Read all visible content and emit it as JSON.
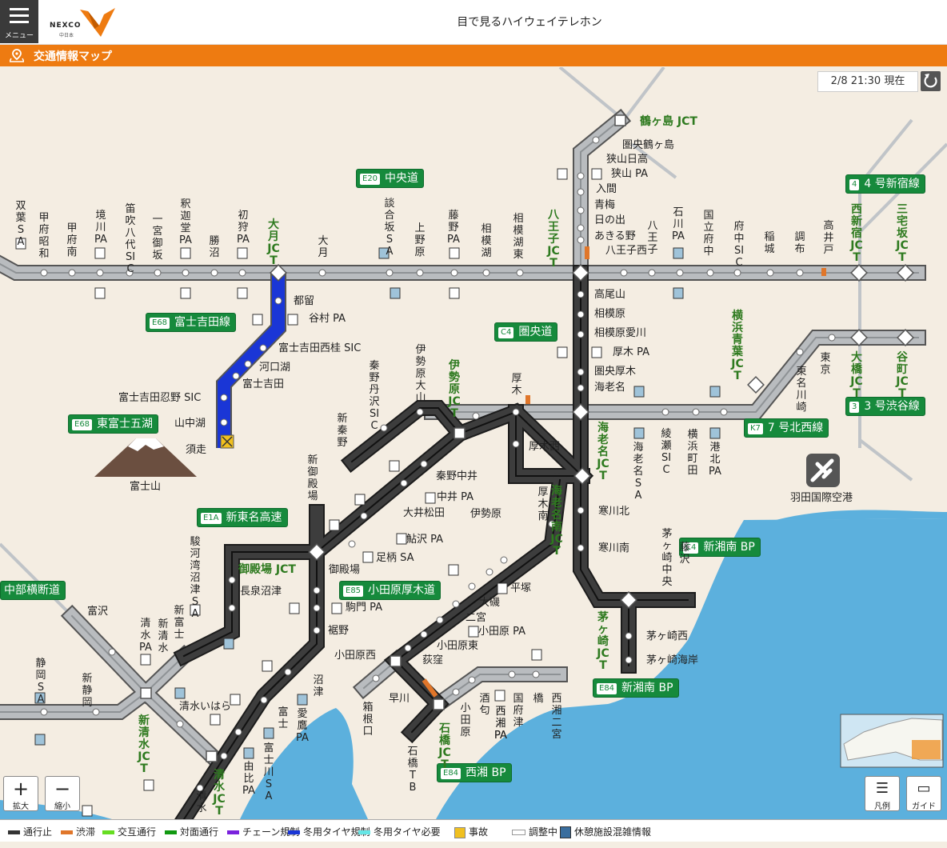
{
  "header": {
    "menu_label": "メニュー",
    "logo_text": "NEXCO",
    "logo_sub": "中日本",
    "title": "目で見るハイウェイテレホン"
  },
  "titlebar": {
    "label": "交通情報マップ"
  },
  "timestamp": "2/8 21:30 現在",
  "controls": {
    "zoom_in": "拡大",
    "zoom_out": "縮小",
    "legend": "凡例",
    "guide": "ガイド"
  },
  "legend": [
    {
      "label": "通行止",
      "color": "#333333"
    },
    {
      "label": "渋滞",
      "color": "#e0762a"
    },
    {
      "label": "交互通行",
      "color": "#66dd22"
    },
    {
      "label": "対面通行",
      "color": "#119911"
    },
    {
      "label": "チェーン規制",
      "color": "#7a22dd"
    },
    {
      "label": "冬用タイヤ規制",
      "color": "#1a36d6"
    },
    {
      "label": "冬用タイヤ必要",
      "color": "#66e6e6"
    },
    {
      "label": "事故",
      "color": "#f0c020"
    },
    {
      "label": "調整中",
      "color": "#ffffff"
    },
    {
      "label": "休憩施設混雑情報",
      "color": "#3a6e9e"
    }
  ],
  "route_badges": [
    {
      "code": "E20",
      "name": "中央道"
    },
    {
      "code": "E68",
      "name": "富士吉田線"
    },
    {
      "code": "E68",
      "name": "東富士五湖"
    },
    {
      "code": "C4",
      "name": "圏央道"
    },
    {
      "code": "4",
      "name": "4 号新宿線"
    },
    {
      "code": "3",
      "name": "3 号渋谷線"
    },
    {
      "code": "K7",
      "name": "7 号北西線"
    },
    {
      "code": "E1A",
      "name": "新東名高速"
    },
    {
      "code": "E85",
      "name": "小田原厚木道"
    },
    {
      "code": "C4",
      "name": "新湘南 BP"
    },
    {
      "code": "E84",
      "name": "新湘南 BP"
    },
    {
      "code": "E84",
      "name": "西湘 BP"
    },
    {
      "code": "",
      "name": "中部横断道"
    }
  ],
  "jct_labels": [
    "鶴ヶ島 JCT",
    "大月JCT",
    "八王子JCT",
    "西新宿JCT",
    "三宅坂JCT",
    "横浜青葉JCT",
    "大橋JCT",
    "谷町JCT",
    "伊勢原JCT",
    "海老名JCT",
    "海老名南JCT",
    "御殿場 JCT",
    "茅ヶ崎JCT",
    "石橋JCT",
    "新清水JCT",
    "清水JCT"
  ],
  "place_labels_h": [
    "圏央鶴ヶ島",
    "狭山日高",
    "狭山 PA",
    "入間",
    "青梅",
    "日の出",
    "あきる野",
    "八王子西",
    "高尾山",
    "相模原",
    "相模原愛川",
    "厚木 PA",
    "圏央厚木",
    "海老名",
    "都留",
    "谷村 PA",
    "富士吉田西桂 SIC",
    "河口湖",
    "富士吉田",
    "富士吉田忍野 SIC",
    "山中湖",
    "須走",
    "富士山",
    "厚木西",
    "秦野中井",
    "中井 PA",
    "大井松田",
    "鮎沢 PA",
    "伊勢原",
    "足柄 SA",
    "御殿場",
    "長泉沼津",
    "寒川北",
    "寒川南",
    "平塚",
    "大磯",
    "二宮",
    "小田原 PA",
    "小田原東",
    "荻窪",
    "小田原西",
    "早川",
    "駒門 PA",
    "裾野",
    "茅ヶ崎西",
    "茅ヶ崎海岸",
    "清水いはら",
    "富沢",
    "羽田国際空港"
  ],
  "place_labels_v": [
    "双葉SA",
    "甲府昭和",
    "甲府南",
    "境川PA",
    "笛吹八代SIC",
    "一宮御坂",
    "釈迦堂PA",
    "勝沼",
    "初狩PA",
    "大月",
    "談合坂SA",
    "上野原",
    "藤野PA",
    "相模湖",
    "相模湖東",
    "八王子",
    "石川PA",
    "国立府中",
    "府中SIC",
    "稲城",
    "調布",
    "高井戸",
    "秦野丹沢SIC",
    "伊勢原大山",
    "新秦野",
    "厚木",
    "厚木南",
    "東京",
    "東名川崎",
    "海老名SA",
    "綾瀬SIC",
    "横浜町田",
    "港北PA",
    "茅ヶ崎中央",
    "藤沢",
    "新御殿場",
    "駿河湾沼津SA",
    "新富士",
    "清水PA",
    "新清水",
    "静岡SA",
    "新静岡",
    "沼津",
    "富士",
    "愛鷹PA",
    "富士川SA",
    "由比PA",
    "清水",
    "箱根口",
    "石橋TB",
    "小田原",
    "酒匂",
    "西湘PA",
    "国府津",
    "橋",
    "西湘二宮",
    "西湘PA"
  ]
}
